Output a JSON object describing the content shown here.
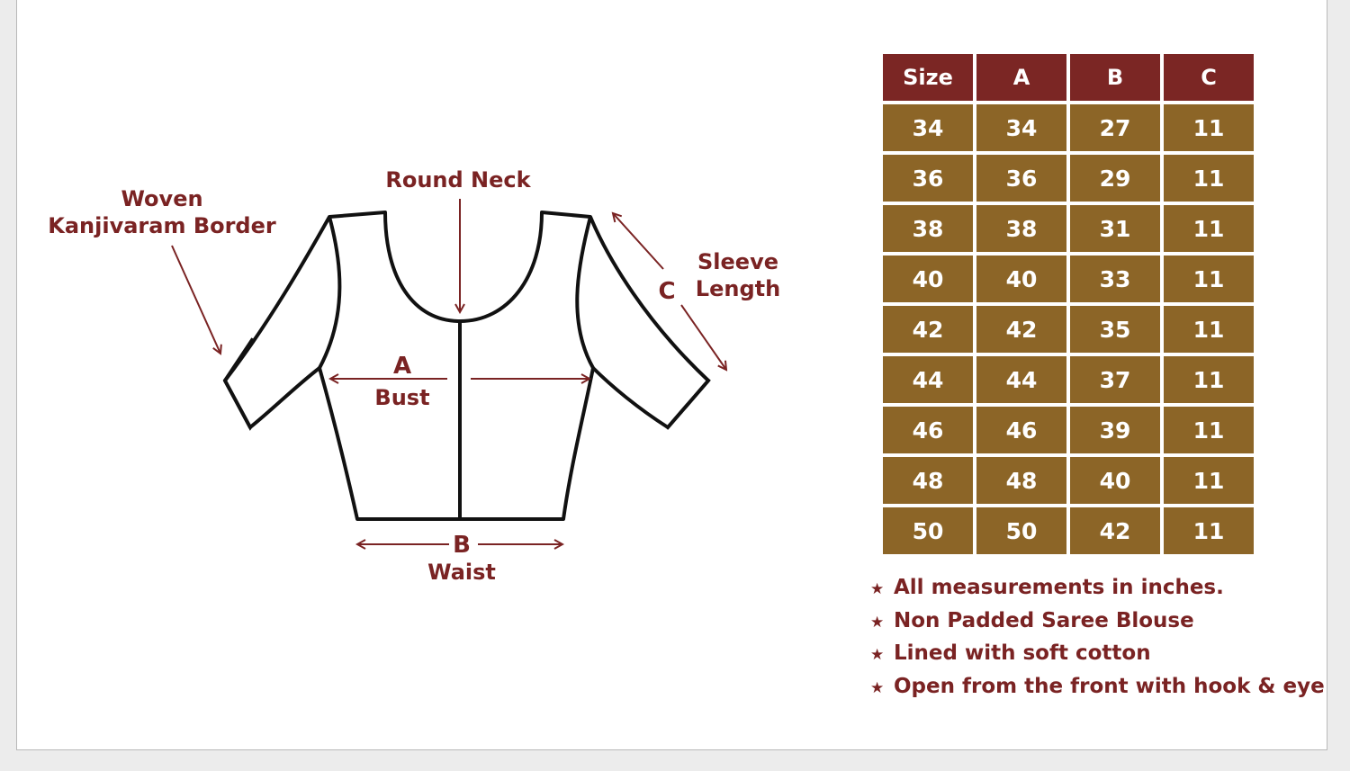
{
  "diagram": {
    "labels": {
      "round_neck": "Round Neck",
      "border_line1": "Woven",
      "border_line2": "Kanjivaram Border",
      "sleeve_letter": "C",
      "sleeve_line1": "Sleeve",
      "sleeve_line2": "Length",
      "bust_letter": "A",
      "bust": "Bust",
      "waist_letter": "B",
      "waist": "Waist"
    },
    "colors": {
      "accent": "#7a2323",
      "outline": "#111111",
      "border_fill": "#8a8a8a"
    }
  },
  "table": {
    "headers": [
      "Size",
      "A",
      "B",
      "C"
    ],
    "rows": [
      [
        "34",
        "34",
        "27",
        "11"
      ],
      [
        "36",
        "36",
        "29",
        "11"
      ],
      [
        "38",
        "38",
        "31",
        "11"
      ],
      [
        "40",
        "40",
        "33",
        "11"
      ],
      [
        "42",
        "42",
        "35",
        "11"
      ],
      [
        "44",
        "44",
        "37",
        "11"
      ],
      [
        "46",
        "46",
        "39",
        "11"
      ],
      [
        "48",
        "48",
        "40",
        "11"
      ],
      [
        "50",
        "50",
        "42",
        "11"
      ]
    ],
    "colors": {
      "header_bg": "#7b2624",
      "cell_bg": "#8c6527",
      "text": "#ffffff"
    }
  },
  "notes": {
    "bullet_icon": "star-icon",
    "bullet": "★",
    "items": [
      "All measurements in inches.",
      "Non Padded Saree Blouse",
      "Lined with soft cotton",
      "Open from the front with hook & eye"
    ]
  }
}
